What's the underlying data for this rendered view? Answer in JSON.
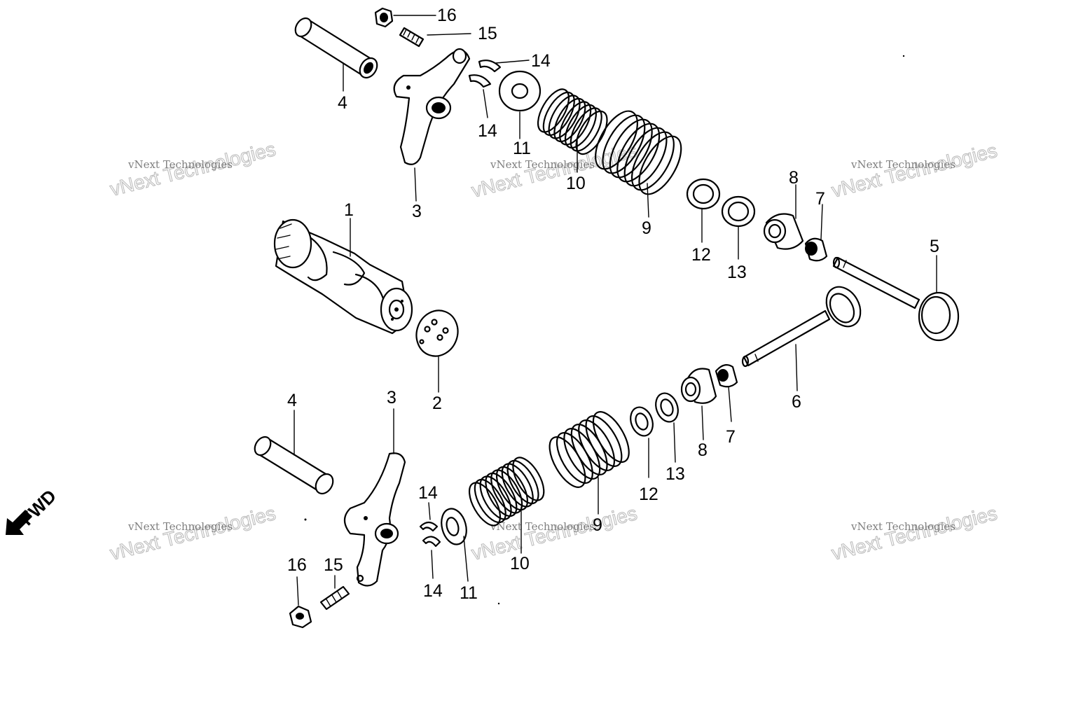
{
  "diagram": {
    "fwd_label": "FWD",
    "watermark_line1": "vNext Technologies",
    "watermark_line2": "vNext Technologies",
    "parts": {
      "camshaft": "1",
      "cam_plate": "2",
      "rocker_arm": "3",
      "rocker_shaft": "4",
      "valve_in": "5",
      "valve_ex": "6",
      "stem_seal": "7",
      "spring_seat": "8",
      "outer_spring": "9",
      "inner_spring": "10",
      "retainer": "11",
      "washer_a": "12",
      "washer_b": "13",
      "cotter": "14",
      "adjust_screw": "15",
      "lock_nut": "16"
    }
  }
}
